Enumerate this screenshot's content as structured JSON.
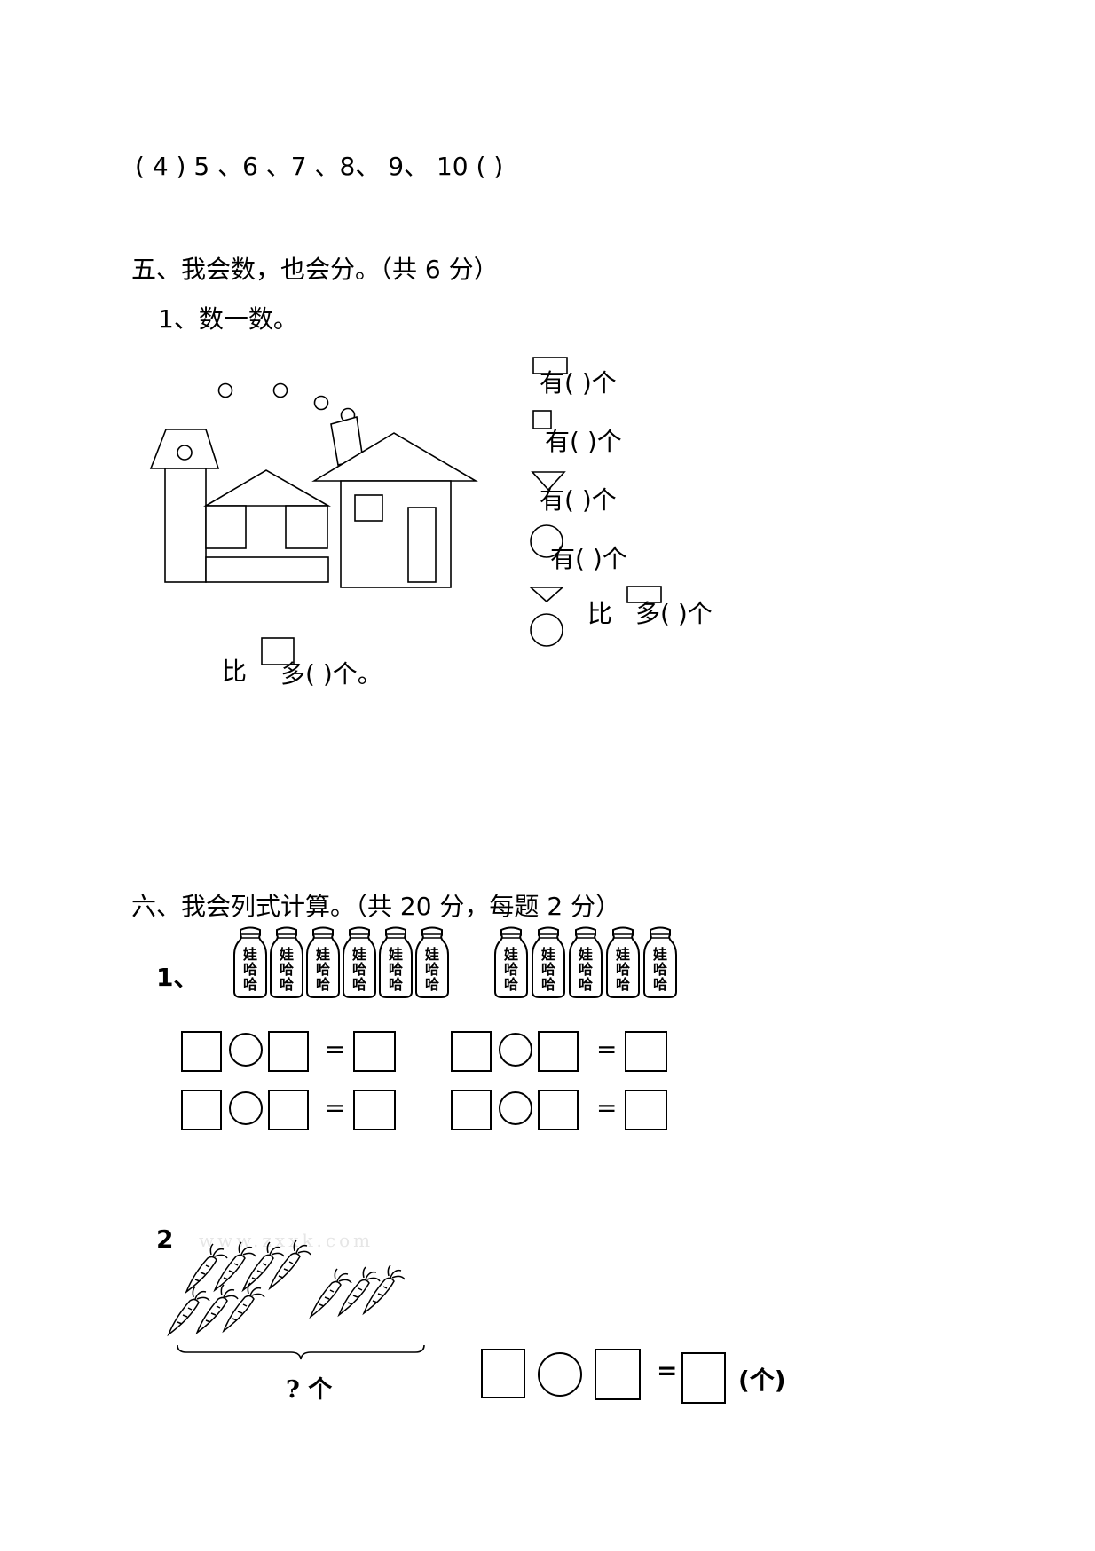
{
  "q4": {
    "line": "( 4 ) 5 、6 、7 、8、 9、 10 (      )"
  },
  "section5": {
    "title": "五、我会数，也会分。（共 6 分）",
    "q1_label": "1、数一数。",
    "count_rows": [
      {
        "shape": "rectangle",
        "text": "有(    )个"
      },
      {
        "shape": "square",
        "text": "有(    )个"
      },
      {
        "shape": "triangle",
        "text": "有(    )个"
      },
      {
        "shape": "circle",
        "text": "有(    )个"
      }
    ],
    "compare_right": {
      "bi": "比",
      "tail": "多(      )个"
    },
    "compare_bottom": {
      "bi": "比",
      "tail": "多(      )个。"
    }
  },
  "section6": {
    "title": "六、我会列式计算。（共 20 分，每题 2 分）",
    "q1_label": "1、",
    "bottle_text": [
      "娃",
      "哈",
      "哈"
    ],
    "bottle_groups": [
      6,
      5
    ],
    "equals": "=",
    "q2_label": "2",
    "watermark": "www.zxxk.com",
    "brace_label": "? 个",
    "unit": "(个)"
  }
}
